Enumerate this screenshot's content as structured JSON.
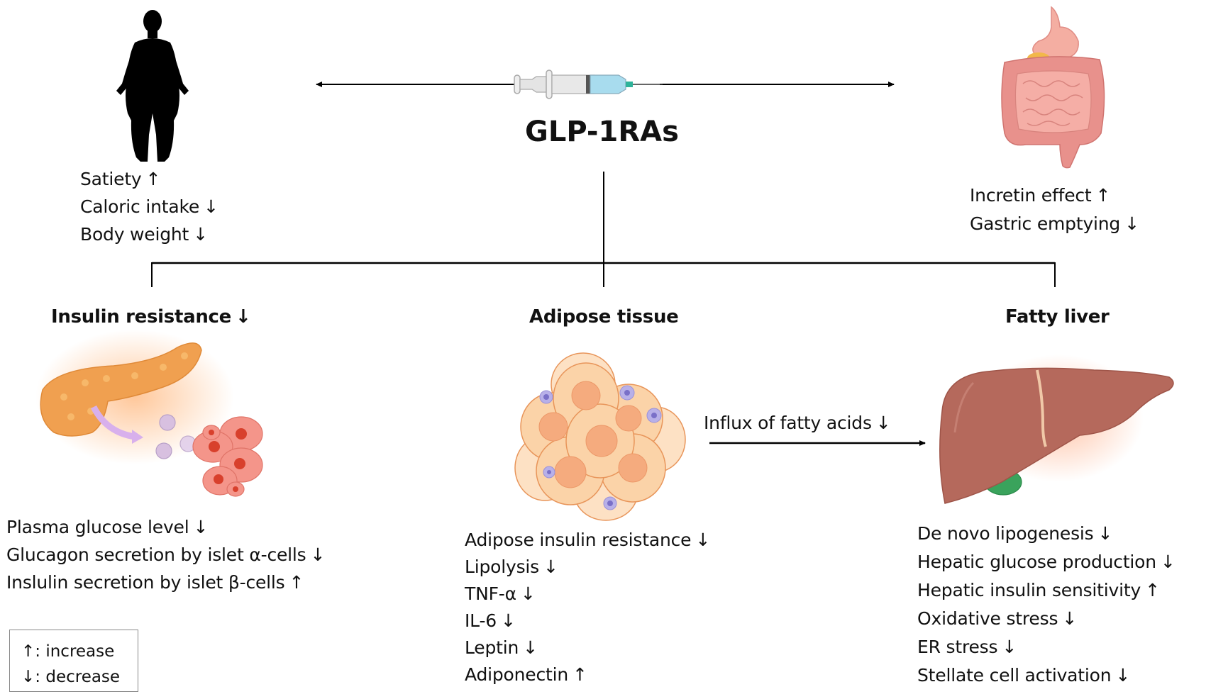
{
  "center": {
    "title": "GLP-1RAs",
    "icon": "syringe-icon"
  },
  "body_panel": {
    "icon": "obese-person-silhouette-icon",
    "effects": [
      {
        "label": "Satiety",
        "direction": "↑"
      },
      {
        "label": "Caloric intake",
        "direction": "↓"
      },
      {
        "label": "Body weight",
        "direction": "↓"
      }
    ]
  },
  "gut_panel": {
    "icon": "gastrointestinal-tract-icon",
    "effects": [
      {
        "label": "Incretin effect",
        "direction": "↑"
      },
      {
        "label": "Gastric emptying",
        "direction": "↓"
      }
    ]
  },
  "branches": [
    {
      "heading": "Insulin resistance",
      "heading_direction": "↓",
      "icon": "pancreas-islet-cells-icon",
      "effects": [
        {
          "label": "Plasma glucose level",
          "direction": "↓"
        },
        {
          "label": "Glucagon secretion by islet α-cells",
          "direction": "↓"
        },
        {
          "label": "Inslulin secretion by islet β-cells",
          "direction": "↑"
        }
      ]
    },
    {
      "heading": "Adipose tissue",
      "heading_direction": "",
      "icon": "adipocytes-icon",
      "effects": [
        {
          "label": "Adipose insulin resistance",
          "direction": "↓"
        },
        {
          "label": "Lipolysis",
          "direction": "↓"
        },
        {
          "label": "TNF-α",
          "direction": "↓"
        },
        {
          "label": "IL-6",
          "direction": "↓"
        },
        {
          "label": "Leptin",
          "direction": "↓"
        },
        {
          "label": "Adiponectin",
          "direction": "↑"
        }
      ]
    },
    {
      "heading": "Fatty liver",
      "heading_direction": "",
      "icon": "liver-icon",
      "effects": [
        {
          "label": "De novo lipogenesis",
          "direction": "↓"
        },
        {
          "label": "Hepatic glucose production",
          "direction": "↓"
        },
        {
          "label": "Hepatic insulin sensitivity",
          "direction": "↑"
        },
        {
          "label": "Oxidative stress",
          "direction": "↓"
        },
        {
          "label": "ER stress",
          "direction": "↓"
        },
        {
          "label": "Stellate cell activation",
          "direction": "↓"
        }
      ]
    }
  ],
  "connector": {
    "label": "Influx of fatty acids",
    "direction": "↓"
  },
  "legend": {
    "items": [
      {
        "symbol": "↑",
        "label": ": increase"
      },
      {
        "symbol": "↓",
        "label": ": decrease"
      }
    ]
  },
  "colors": {
    "line": "#000000",
    "pancreas": "#f0a050",
    "beta_cells": "#f4958a",
    "adipocyte": "#fbd3a8",
    "liver": "#b5695c",
    "gallbladder": "#3aa35c",
    "intestine": "#e88a86",
    "syringe_fluid": "#a8dcee"
  }
}
